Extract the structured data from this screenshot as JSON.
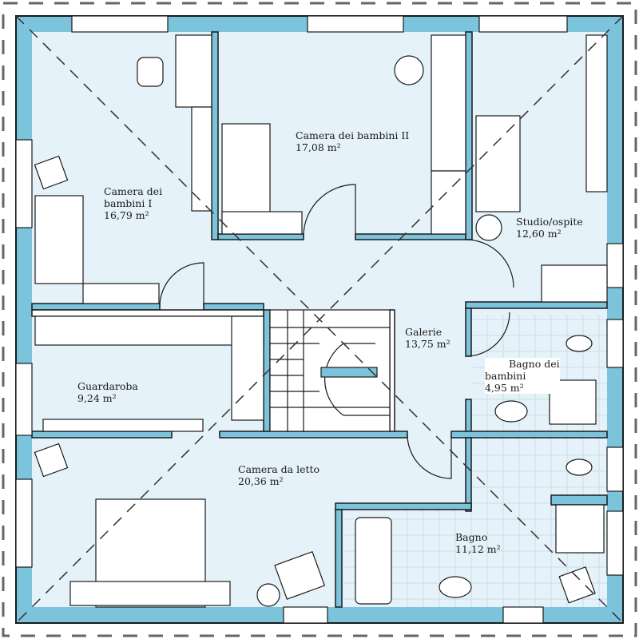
{
  "colors": {
    "wall": "#7cc3dc",
    "floor": "#e6f2f9",
    "line": "#1a1a1a"
  },
  "rooms": [
    {
      "name": "Camera dei bambini I",
      "lines": [
        "Camera dei",
        "bambini I",
        "16,79 m²"
      ]
    },
    {
      "name": "Camera dei bambini II",
      "lines": [
        "Camera dei bambini II",
        "17,08 m²"
      ]
    },
    {
      "name": "Studio/ospite",
      "lines": [
        "Studio/ospite",
        "12,60 m²"
      ]
    },
    {
      "name": "Galerie",
      "lines": [
        "Galerie",
        "13,75 m²"
      ]
    },
    {
      "name": "Bagno dei bambini",
      "lines": [
        "Bagno dei",
        "bambini",
        "4,95 m²"
      ]
    },
    {
      "name": "Guardaroba",
      "lines": [
        "Guardaroba",
        "9,24 m²"
      ]
    },
    {
      "name": "Camera da letto",
      "lines": [
        "Camera da letto",
        "20,36 m²"
      ]
    },
    {
      "name": "Bagno",
      "lines": [
        "Bagno",
        "11,12 m²"
      ]
    }
  ]
}
